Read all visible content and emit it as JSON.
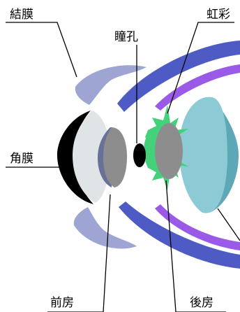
{
  "labels": {
    "conjunctiva": "結膜",
    "iris": "虹彩",
    "pupil": "瞳孔",
    "cornea": "角膜",
    "anterior_chamber": "前房",
    "posterior_chamber": "後房"
  },
  "colors": {
    "conjunctiva": "#9ea5d3",
    "sclera_blue": "#4f5bc4",
    "choroid_purple": "#9b59e8",
    "cornea_dark": "#000000",
    "cornea_light": "#dfe4e6",
    "anterior_chamber": "#8d8d8d",
    "anterior_rim": "#6a7198",
    "iris": "#43d17a",
    "lens_light": "#8ccad6",
    "lens_dark": "#5ea7b6",
    "pupil": "#000000"
  }
}
